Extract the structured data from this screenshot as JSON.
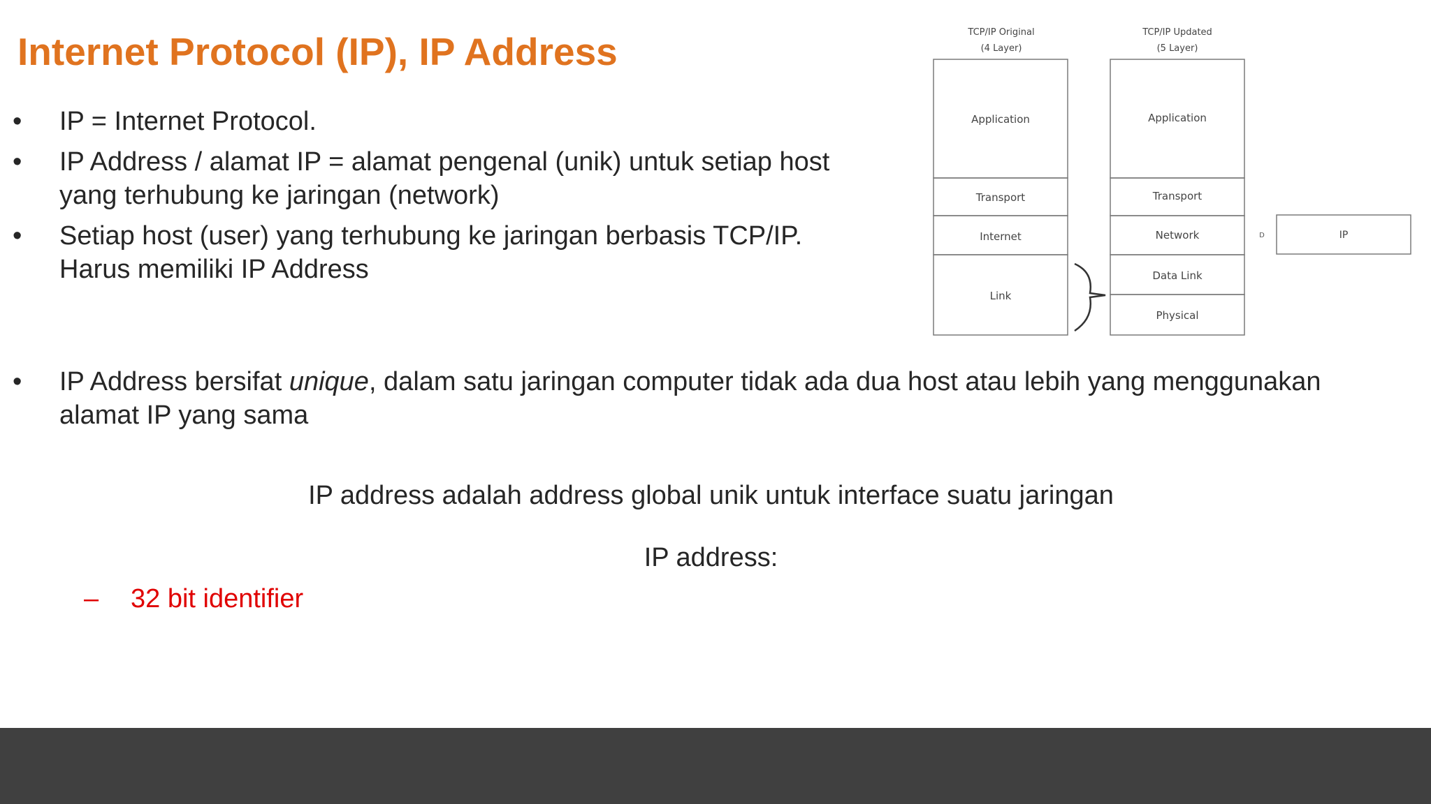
{
  "slide": {
    "title": "Internet Protocol (IP), IP Address",
    "bullet_marker": "•",
    "bullets": [
      {
        "lines": [
          "IP = Internet Protocol."
        ]
      },
      {
        "lines": [
          "IP Address / alamat IP = alamat pengenal (unik) untuk setiap host",
          "yang terhubung ke jaringan (network)"
        ]
      },
      {
        "lines": [
          "Setiap host (user) yang terhubung ke jaringan berbasis TCP/IP.",
          "Harus memiliki IP Address"
        ]
      }
    ],
    "bullet4": {
      "pre": "IP Address bersifat ",
      "em": "unique",
      "post": ", dalam satu jaringan computer tidak ada dua host atau lebih yang menggunakan",
      "line2": "alamat IP yang sama"
    },
    "center_text_1": "IP address adalah address global unik untuk interface suatu jaringan",
    "center_text_2": "IP address:",
    "sub_marker": "–",
    "sub_item": "32 bit identifier"
  },
  "diagram": {
    "left_heading_1": "TCP/IP Original",
    "left_heading_2": "(4 Layer)",
    "right_heading_1": "TCP/IP Updated",
    "right_heading_2": "(5 Layer)",
    "left_layers": [
      "Application",
      "Transport",
      "Internet",
      "Link"
    ],
    "right_layers": [
      "Application",
      "Transport",
      "Network",
      "Data Link",
      "Physical"
    ],
    "arrow_label": "D",
    "ip_box_label": "IP"
  },
  "colors": {
    "title": "#e0731f",
    "body_text": "#262626",
    "highlight": "#e00000",
    "footer": "#404040"
  }
}
